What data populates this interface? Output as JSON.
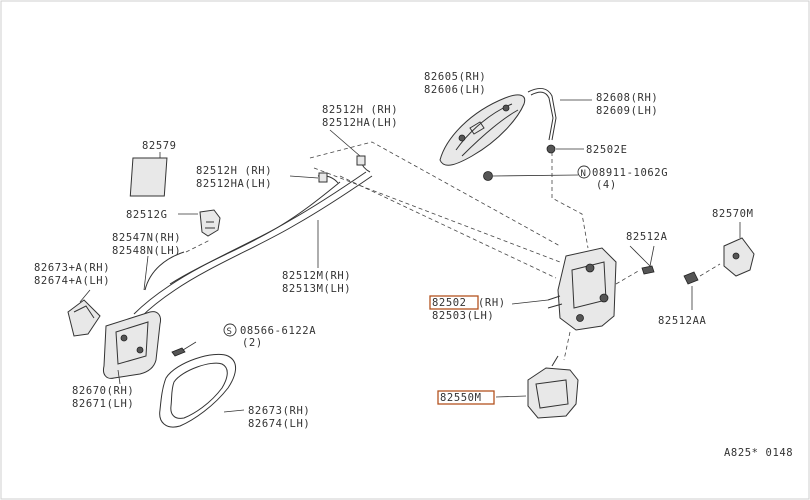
{
  "diagram": {
    "labels": {
      "handle_outer_rh": "82605(RH)",
      "handle_outer_lh": "82606(LH)",
      "rod_handle_rh": "82608(RH)",
      "rod_handle_lh": "82609(LH)",
      "clip_e": "82502E",
      "bolt_n": "08911-1062G",
      "bolt_n_qty": "(4)",
      "rod_h_top_rh": "82512H  (RH)",
      "rod_h_top_lh": "82512HA(LH)",
      "pad": "82579",
      "rod_h_mid_rh": "82512H  (RH)",
      "rod_h_mid_lh": "82512HA(LH)",
      "clip_g": "82512G",
      "cable_rh": "82547N(RH)",
      "cable_lh": "82548N(LH)",
      "escutcheon_rh": "82673+A(RH)",
      "escutcheon_lh": "82674+A(LH)",
      "rod_m_rh": "82512M(RH)",
      "rod_m_lh": "82513M(LH)",
      "screw": "08566-6122A",
      "screw_qty": "(2)",
      "inner_handle_rh": "82670(RH)",
      "inner_handle_lh": "82671(LH)",
      "bezel_rh": "82673(RH)",
      "bezel_lh": "82674(LH)",
      "lock_rh": "82502",
      "lock_rh_suffix": "(RH)",
      "lock_lh": "82503(LH)",
      "actuator": "82550M",
      "bolt_a": "82512A",
      "striker": "82570M",
      "bolt_aa": "82512AA",
      "figure_code": "A825* 0148"
    },
    "symbols": {
      "n_marker": "N",
      "s_marker": "S"
    },
    "highlight_color": "#b4531f"
  }
}
